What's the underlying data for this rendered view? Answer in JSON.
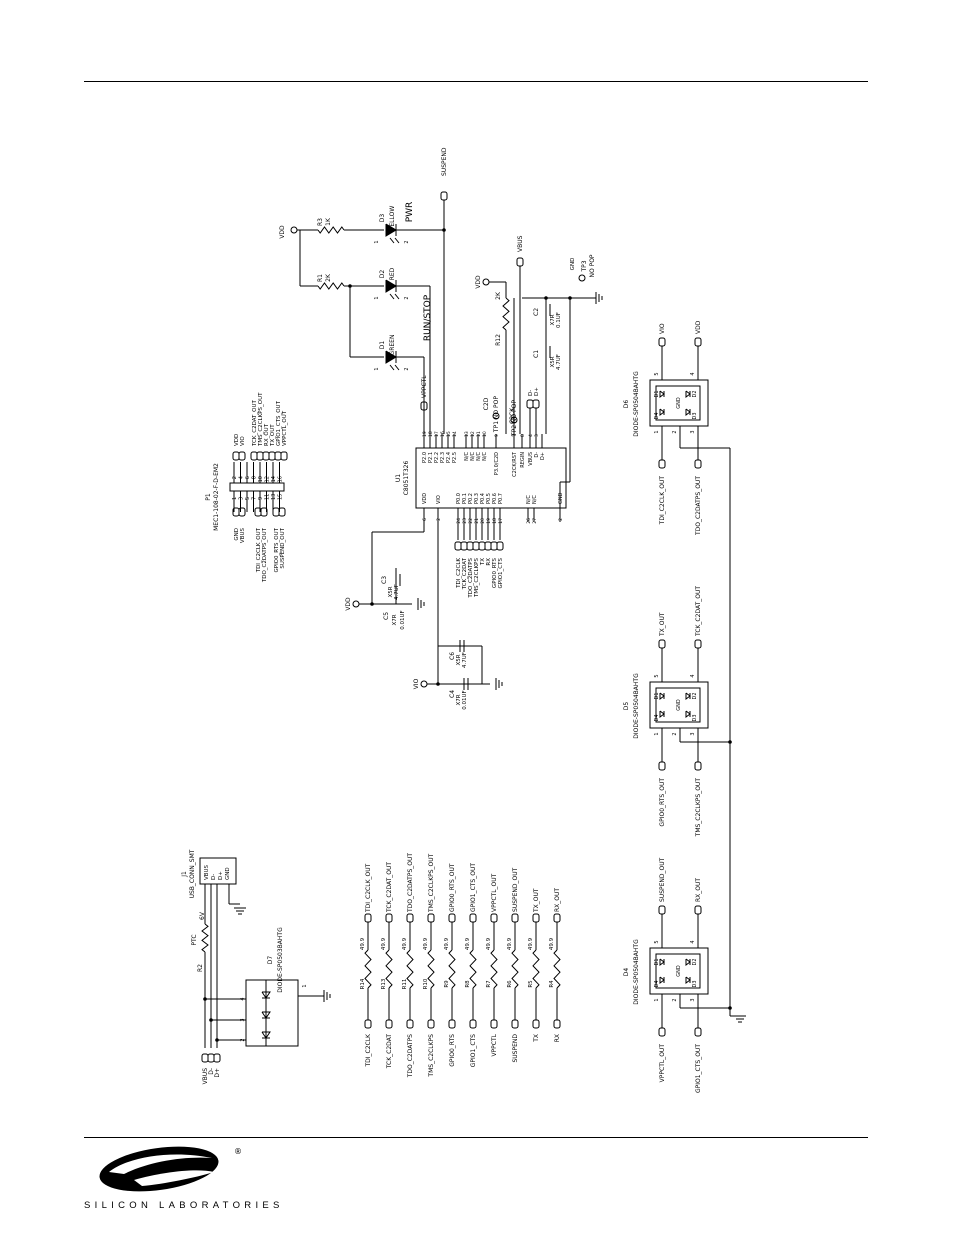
{
  "schematic": {
    "connector_p1": {
      "ref": "P1",
      "part": "MEC1-108-02-F-D-EM2",
      "pins_odd": [
        1,
        3,
        5,
        7,
        9,
        11,
        13,
        15
      ],
      "pins_even": [
        2,
        4,
        6,
        8,
        10,
        12,
        14,
        16
      ],
      "nets_left": [
        "GND",
        "VBUS",
        "TDI_C2CLK_OUT",
        "TDO_C2DATPS_OUT",
        "GPIO0_RTS_OUT",
        "SUSPEND_OUT"
      ],
      "nets_right": [
        "VDD",
        "VIO",
        "TCK_C2DAT_OUT",
        "TMS_C2CLKPS_OUT",
        "RX_OUT",
        "TX_OUT",
        "GPIO1_CTS_OUT",
        "VPPCTL_OUT"
      ]
    },
    "mcu": {
      "ref": "U1",
      "part": "C8051T326",
      "pins_top": [
        "P2.0",
        "P2.1",
        "P2.2",
        "P2.3",
        "P2.4",
        "P2.5",
        "N/C",
        "N/C",
        "N/C",
        "N/C",
        "P3.0/C2D",
        "C2CK/RST",
        "REGIN",
        "VBUS",
        "D-",
        "D+"
      ],
      "pins_top_nums": [
        "19",
        "18",
        "17",
        "16",
        "15",
        "14",
        "13",
        "12",
        "11",
        "10",
        "9",
        "7",
        "8",
        "4",
        "3"
      ],
      "pins_bottom": [
        "VDD",
        "VIO",
        "P0.0",
        "P0.1",
        "P0.2",
        "P0.3",
        "P0.4",
        "P0.5",
        "P0.6",
        "P0.7",
        "N/C",
        "N/C",
        "GND"
      ],
      "pins_bottom_nums": [
        "6",
        "2",
        "24",
        "23",
        "22",
        "21",
        "20",
        "19",
        "18",
        "17",
        "26",
        "27",
        "2"
      ],
      "p0_nets": [
        "TDI_C2CLK",
        "TCK_C2DAT",
        "TDO_C2DATPS",
        "TMS_C2CLKPS",
        "TX",
        "RX",
        "GPIO0_RTS",
        "GPIO1_CTS"
      ]
    },
    "leds": [
      {
        "ref": "D3",
        "color": "YELLOW",
        "res": "R3",
        "val": "1K",
        "label": "PWR"
      },
      {
        "ref": "D2",
        "color": "RED",
        "res": "R1",
        "val": "2K",
        "label": ""
      },
      {
        "ref": "D1",
        "color": "GREEN",
        "res": "",
        "val": "",
        "label": "RUN/STOP"
      }
    ],
    "nets": {
      "vdd": "VDD",
      "vio": "VIO",
      "vbus": "VBUS",
      "gnd": "GND",
      "suspend": "SUSPEND",
      "vppctl": "VPPCTL",
      "dminus": "D-",
      "dplus": "D+",
      "c2d": "C2D",
      "c2ck": "C2CK"
    },
    "test_points": [
      "TP1 NO POP",
      "TP2 NO POP",
      "TP3",
      "NO POP"
    ],
    "r12": {
      "ref": "R12",
      "val": "2K"
    },
    "caps": [
      {
        "ref": "C3",
        "val1": "X5R",
        "val2": "4.7UF"
      },
      {
        "ref": "C5",
        "val1": "X7R",
        "val2": "0.01UF"
      },
      {
        "ref": "C6",
        "val1": "X5R",
        "val2": "4.7UF"
      },
      {
        "ref": "C4",
        "val1": "X7R",
        "val2": "0.01UF"
      },
      {
        "ref": "C2",
        "val1": "X7R",
        "val2": "0.1UF"
      },
      {
        "ref": "C1",
        "val1": "X5R",
        "val2": "4.7UF"
      }
    ],
    "usb": {
      "ref": "J1",
      "part": "USB_CONN_SMT",
      "pins": [
        "VBUS",
        "D-",
        "D+",
        "GND"
      ],
      "r2": "R2",
      "ptc": "PTC",
      "ptc_val": "6V",
      "d7": "D7",
      "d7_part": "DIODE-SP0503BAHTG",
      "nets": [
        "VBUS",
        "D-",
        "D+"
      ]
    },
    "series_resistors": [
      {
        "in": "TDI_C2CLK",
        "ref": "R14",
        "val": "49.9",
        "out": "TDI_C2CLK_OUT"
      },
      {
        "in": "TCK_C2DAT",
        "ref": "R13",
        "val": "49.9",
        "out": "TCK_C2DAT_OUT"
      },
      {
        "in": "TDO_C2DATPS",
        "ref": "R11",
        "val": "49.9",
        "out": "TDO_C2DATPS_OUT"
      },
      {
        "in": "TMS_C2CLKPS",
        "ref": "R10",
        "val": "49.9",
        "out": "TMS_C2CLKPS_OUT"
      },
      {
        "in": "GPIO0_RTS",
        "ref": "R9",
        "val": "49.9",
        "out": "GPIO0_RTS_OUT"
      },
      {
        "in": "GPIO1_CTS",
        "ref": "R8",
        "val": "49.9",
        "out": "GPIO1_CTS_OUT"
      },
      {
        "in": "VPPCTL",
        "ref": "R7",
        "val": "49.9",
        "out": "VPPCTL_OUT"
      },
      {
        "in": "SUSPEND",
        "ref": "R6",
        "val": "49.9",
        "out": "SUSPEND_OUT"
      },
      {
        "in": "TX",
        "ref": "R5",
        "val": "49.9",
        "out": "TX_OUT"
      },
      {
        "in": "RX",
        "ref": "R4",
        "val": "49.9",
        "out": "RX_OUT"
      }
    ],
    "tvs": [
      {
        "ref": "D6",
        "part": "DIODE-SP0504BAHTG",
        "n1": "TDI_C2CLK_OUT",
        "n3": "TDO_C2DATPS_OUT",
        "n5": "VIO",
        "n4": "VDD"
      },
      {
        "ref": "D5",
        "part": "DIODE-SP0504BAHTG",
        "n1": "GPIO0_RTS_OUT",
        "n3": "TMS_C2CLKPS_OUT",
        "n5": "TX_OUT",
        "n4": "TCK_C2DAT_OUT"
      },
      {
        "ref": "D4",
        "part": "DIODE-SP0504BAHTG",
        "n1": "VPPCTL_OUT",
        "n3": "GPIO1_CTS_OUT",
        "n5": "SUSPEND_OUT",
        "n4": "RX_OUT"
      }
    ],
    "tvs_pins": [
      "D1",
      "D4",
      "D3",
      "D2",
      "GND"
    ]
  },
  "footer": {
    "company": "SILICON LABORATORIES"
  }
}
